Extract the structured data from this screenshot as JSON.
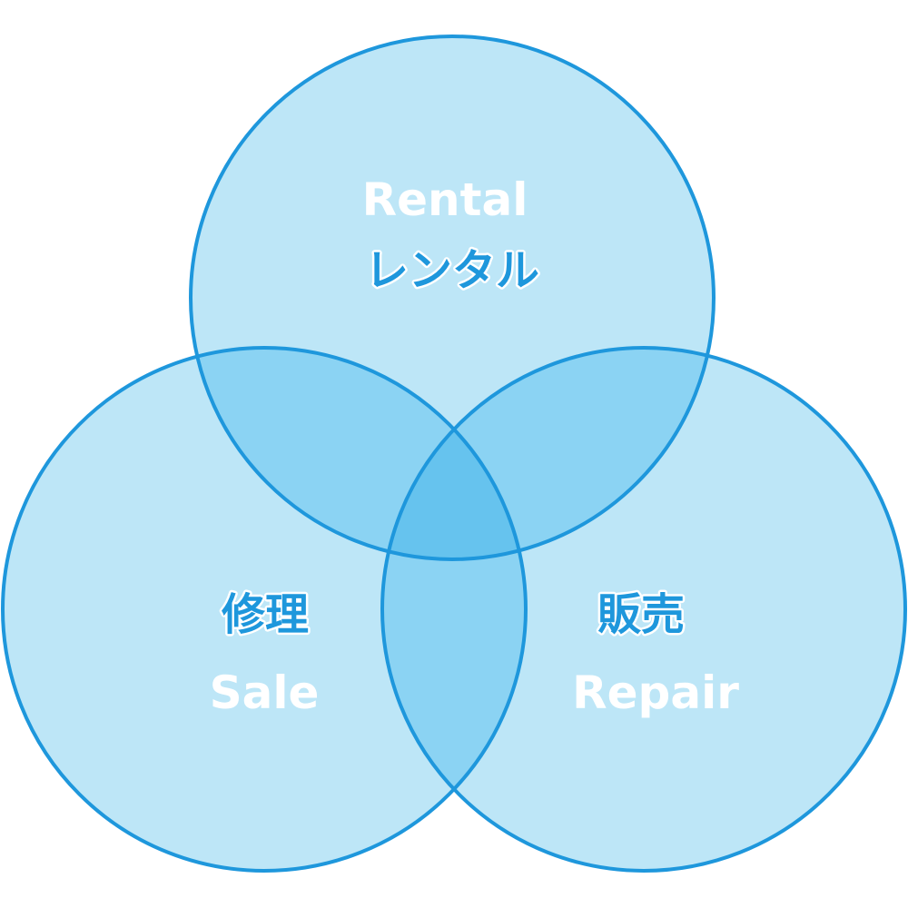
{
  "colors": {
    "circle_fill": "#bde6f7",
    "pair_overlap_fill": "#8bd3f3",
    "center_overlap_fill": "#66c3ee",
    "stroke": "#1e97dc",
    "english_text": "#ffffff",
    "japanese_text": "#1e97dc"
  },
  "circles": [
    {
      "id": "top",
      "label_en": "Rental",
      "label_ja": "レンタル"
    },
    {
      "id": "left",
      "label_ja": "修理",
      "label_en": "Sale"
    },
    {
      "id": "right",
      "label_ja": "販売",
      "label_en": "Repair"
    }
  ]
}
